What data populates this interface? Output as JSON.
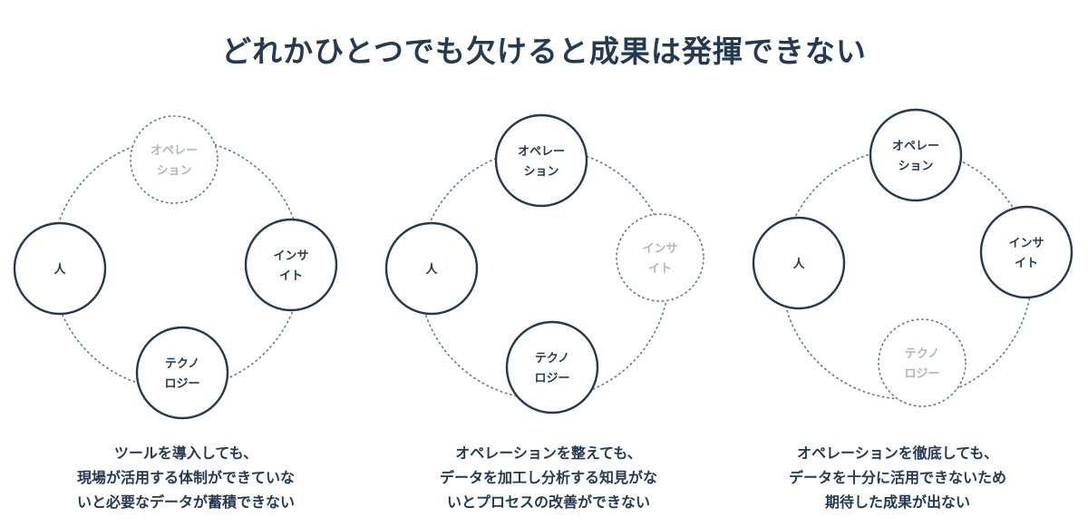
{
  "title": "どれかひとつでも欠けると成果は発揮できない",
  "colors": {
    "active": "#243a52",
    "missing": "#b0b6bd"
  },
  "panels": [
    {
      "nodes": {
        "top": {
          "lines": [
            "オペレー",
            "ション"
          ],
          "active": false
        },
        "right": {
          "lines": [
            "インサ",
            "イト"
          ],
          "active": true
        },
        "bottom": {
          "lines": [
            "テクノ",
            "ロジー"
          ],
          "active": true
        },
        "left": {
          "lines": [
            "人"
          ],
          "active": true
        }
      },
      "caption": [
        "ツールを導入しても、",
        "現場が活用する体制ができていな",
        "いと必要なデータが蓄積できない"
      ]
    },
    {
      "nodes": {
        "top": {
          "lines": [
            "オペレー",
            "ション"
          ],
          "active": true
        },
        "right": {
          "lines": [
            "インサ",
            "イト"
          ],
          "active": false
        },
        "bottom": {
          "lines": [
            "テクノ",
            "ロジー"
          ],
          "active": true
        },
        "left": {
          "lines": [
            "人"
          ],
          "active": true
        }
      },
      "caption": [
        "オペレーションを整えても、",
        "データを加工し分析する知見がな",
        "いとプロセスの改善ができない"
      ]
    },
    {
      "nodes": {
        "top": {
          "lines": [
            "オペレー",
            "ション"
          ],
          "active": true
        },
        "right": {
          "lines": [
            "インサ",
            "イト"
          ],
          "active": true
        },
        "bottom": {
          "lines": [
            "テクノ",
            "ロジー"
          ],
          "active": false
        },
        "left": {
          "lines": [
            "人"
          ],
          "active": true
        }
      },
      "caption": [
        "オペレーションを徹底しても、",
        "データを十分に活用できないため",
        "期待した成果が出ない"
      ]
    }
  ]
}
